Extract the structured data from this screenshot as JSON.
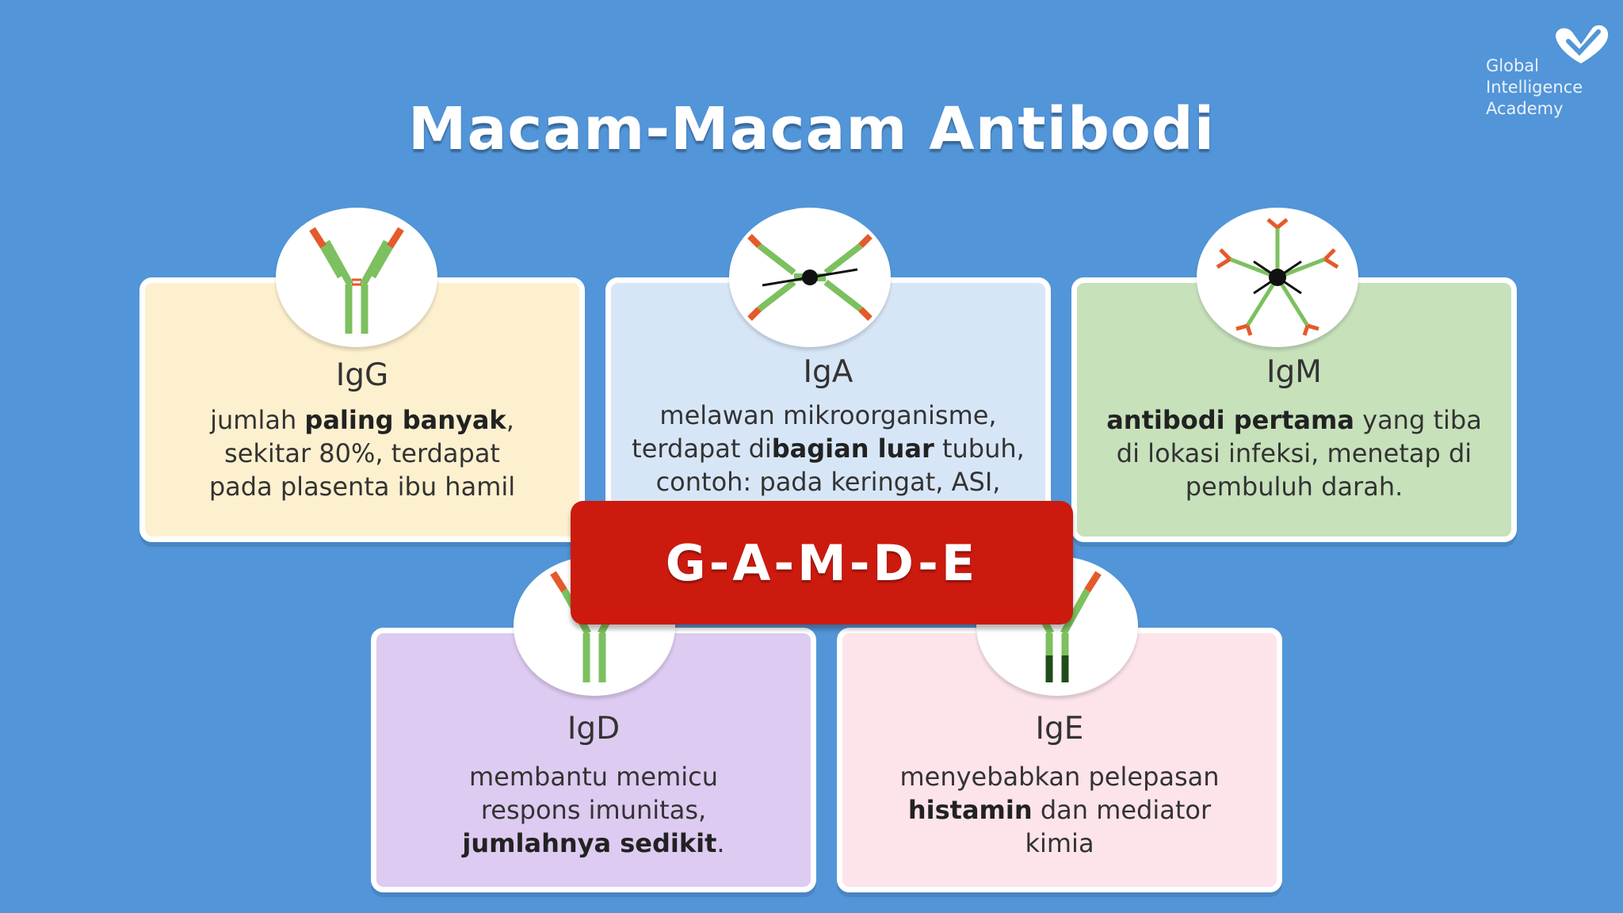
{
  "brand": {
    "logo_lines": [
      "Global",
      "Intelligence",
      "Academy"
    ]
  },
  "title": "Macam-Macam Antibodi",
  "mnemonic": "G-A-M-D-E",
  "colors": {
    "background": "#5295d8",
    "banner": "#cc1a0f",
    "igg_card": "#fdf0cf",
    "iga_card": "#d7e6f7",
    "igm_card": "#c7e1bb",
    "igd_card": "#ddcbf1",
    "ige_card": "#fce4ea"
  },
  "cards": {
    "igg": {
      "name": "IgG",
      "icon": "y-antibody-icon",
      "d1": "jumlah ",
      "d2": "paling banyak",
      "d3": ",",
      "d4": "sekitar 80%, terdapat",
      "d5": "pada plasenta ibu hamil"
    },
    "iga": {
      "name": "IgA",
      "icon": "dimer-antibody-icon",
      "d1": "melawan mikroorganisme,",
      "d2": "terdapat di",
      "d3": "bagian luar",
      "d4": " tubuh,",
      "d5": "contoh: pada keringat, ASI,"
    },
    "igm": {
      "name": "IgM",
      "icon": "pentamer-antibody-icon",
      "d1": "antibodi pertama",
      "d2": " yang tiba",
      "d3": "di lokasi infeksi, menetap di",
      "d4": "pembuluh darah."
    },
    "igd": {
      "name": "IgD",
      "icon": "y-antibody-icon",
      "d1": "membantu memicu",
      "d2": "respons imunitas,",
      "d3": "jumlahnya sedikit",
      "d4": "."
    },
    "ige": {
      "name": "IgE",
      "icon": "y-antibody-icon",
      "d1": "menyebabkan pelepasan",
      "d2": "histamin",
      "d3": " dan mediator",
      "d4": "kimia"
    }
  }
}
